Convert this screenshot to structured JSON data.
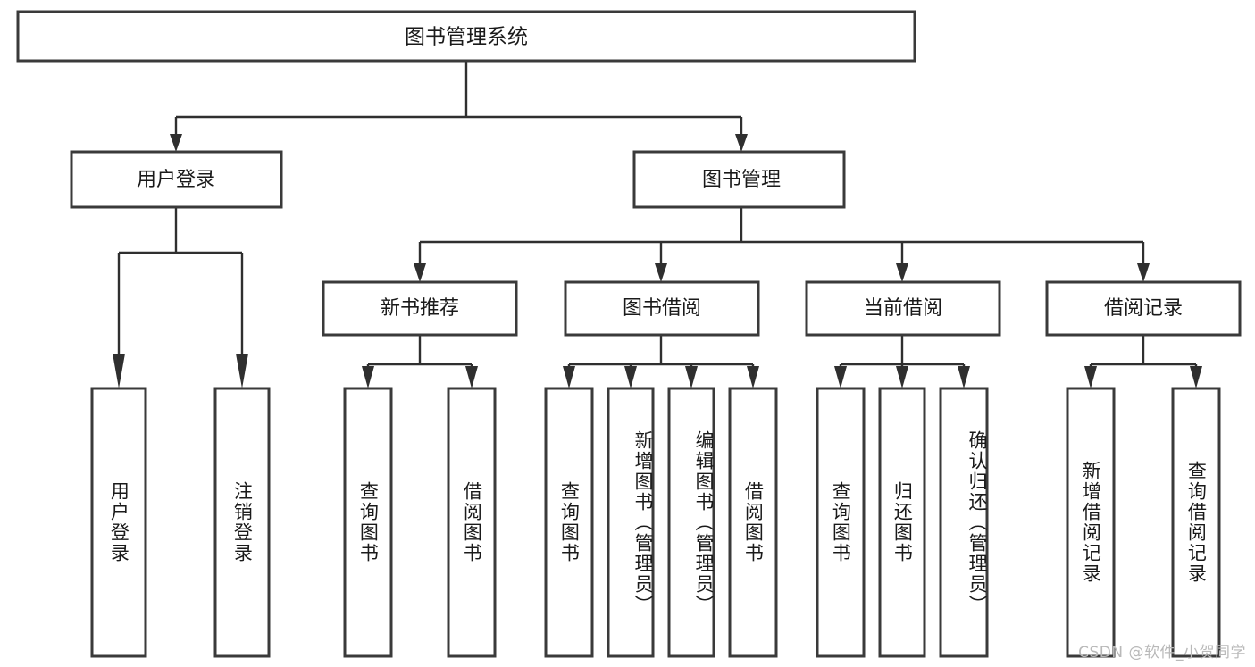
{
  "diagram": {
    "title": "图书管理系统",
    "type": "tree-hierarchy-diagram",
    "root": {
      "label": "图书管理系统"
    },
    "level2": [
      {
        "label": "用户登录"
      },
      {
        "label": "图书管理"
      }
    ],
    "level3": [
      {
        "label": "新书推荐"
      },
      {
        "label": "图书借阅"
      },
      {
        "label": "当前借阅"
      },
      {
        "label": "借阅记录"
      }
    ],
    "leaves": {
      "user_login": [
        {
          "label": "用户登录"
        },
        {
          "label": "注销登录"
        }
      ],
      "new_book_recommend": [
        {
          "label": "查询图书"
        },
        {
          "label": "借阅图书"
        }
      ],
      "book_borrow": [
        {
          "label": "查询图书"
        },
        {
          "label": "新增图书（管理员）"
        },
        {
          "label": "编辑图书（管理员）"
        },
        {
          "label": "借阅图书"
        }
      ],
      "current_borrow": [
        {
          "label": "查询图书"
        },
        {
          "label": "归还图书"
        },
        {
          "label": "确认归还（管理员）"
        }
      ],
      "borrow_record": [
        {
          "label": "新增借阅记录"
        },
        {
          "label": "查询借阅记录"
        }
      ]
    }
  },
  "watermark": {
    "text": "CSDN @软件_小贺同学"
  },
  "colors": {
    "box_stroke": "#3a3a3a",
    "edge": "#2f2f2f",
    "text": "#1a1a1a",
    "background": "#ffffff",
    "watermark": "#b9b9b9"
  }
}
